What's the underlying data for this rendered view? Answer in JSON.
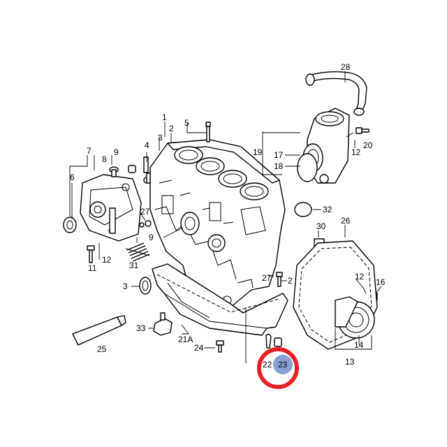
{
  "callouts": {
    "c1": "1",
    "c2": "2",
    "c3": "3",
    "c4": "4",
    "c5": "5",
    "c6": "6",
    "c7": "7",
    "c8": "8",
    "c9a": "9",
    "c9b": "9",
    "c11": "11",
    "c12a": "12",
    "c12b": "12",
    "c12c": "12",
    "c13": "13",
    "c14": "14",
    "c16": "16",
    "c17": "17",
    "c18": "18",
    "c19": "19",
    "c20": "20",
    "c21a": "21A",
    "c22": "22",
    "c23": "23",
    "c24": "24",
    "c25": "25",
    "c26": "26",
    "c27a": "27",
    "c27b": "27",
    "c28": "28",
    "c30": "30",
    "c31": "31",
    "c32": "32",
    "c33": "33",
    "c3b": "3",
    "c2b": "2"
  },
  "highlight": {
    "part_number": "23",
    "ring_color": "#e8202a",
    "dot_color": "#8aa0d4"
  }
}
